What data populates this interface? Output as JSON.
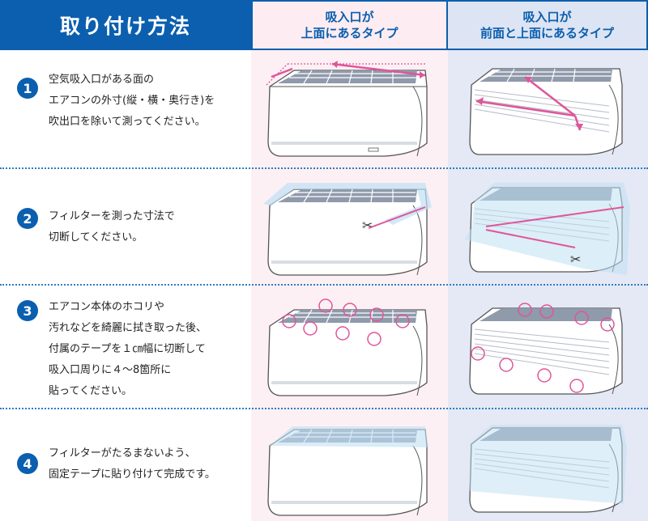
{
  "header": {
    "title": "取り付け方法",
    "col1": [
      "吸入口が",
      "上面にあるタイプ"
    ],
    "col2": [
      "吸入口が",
      "前面と上面にあるタイプ"
    ]
  },
  "steps": [
    {
      "num": "1",
      "lines": [
        "空気吸入口がある面の",
        "エアコンの外寸(縦・横・奥行き)を",
        "吹出口を除いて測ってください。"
      ]
    },
    {
      "num": "2",
      "lines": [
        "フィルターを測った寸法で",
        "切断してください。"
      ]
    },
    {
      "num": "3",
      "lines": [
        "エアコン本体のホコリや",
        "汚れなどを綺麗に拭き取った後、",
        "付属のテープを１㎝幅に切断して",
        "吸入口周りに４～8箇所に",
        "貼ってください。"
      ]
    },
    {
      "num": "4",
      "lines": [
        "フィルターがたるまないよう、",
        "固定テープに貼り付けて完成です。"
      ]
    }
  ],
  "colors": {
    "brand_blue": "#0b5fae",
    "pink_accent": "#e0559a",
    "col1_bg": "#fdf0f4",
    "col2_bg": "#e4e9f5"
  }
}
